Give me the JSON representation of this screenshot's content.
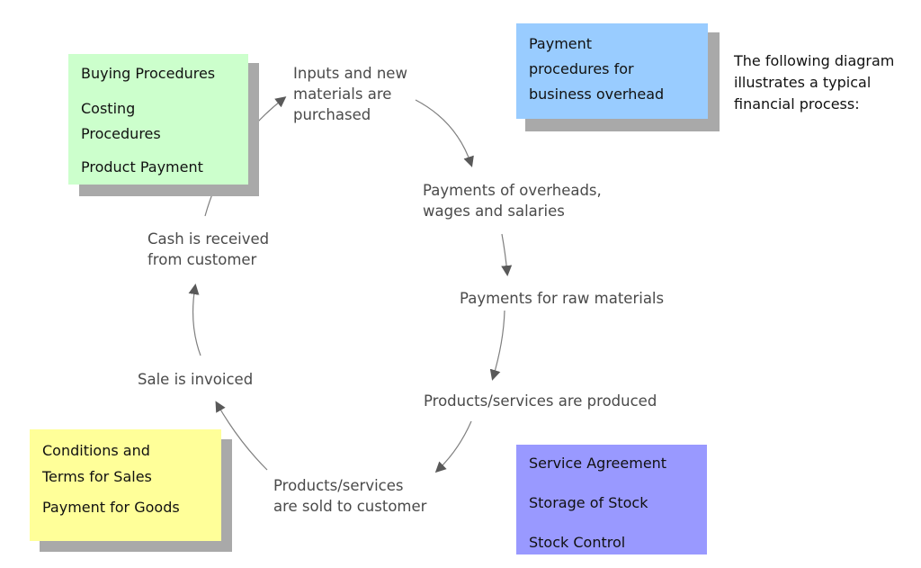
{
  "intro": "The following diagram\nillustrates a typical\nfinancial process:",
  "cycle": {
    "steps": [
      "Inputs and new\nmaterials are\npurchased",
      "Payments of overheads,\nwages and salaries",
      "Payments for raw materials",
      "Products/services are produced",
      "Products/services\nare sold to customer",
      "Sale is invoiced",
      "Cash is received\nfrom customer"
    ]
  },
  "notes": {
    "purchasing": {
      "color": "#ccffcc",
      "items": [
        "Buying Procedures",
        "Costing\nProcedures",
        "Product Payment"
      ]
    },
    "overhead": {
      "color": "#99ccff",
      "items": [
        "Payment\nprocedures for\nbusiness overhead"
      ]
    },
    "sales": {
      "color": "#ffff99",
      "items": [
        "Conditions and\nTerms for Sales",
        "Payment for Goods"
      ]
    },
    "stock": {
      "color": "#9999ff",
      "items": [
        "Service Agreement",
        "Storage of Stock",
        "Stock Control"
      ]
    }
  },
  "colors": {
    "arrow": "#595959",
    "shadow": "#a9a9a9"
  }
}
